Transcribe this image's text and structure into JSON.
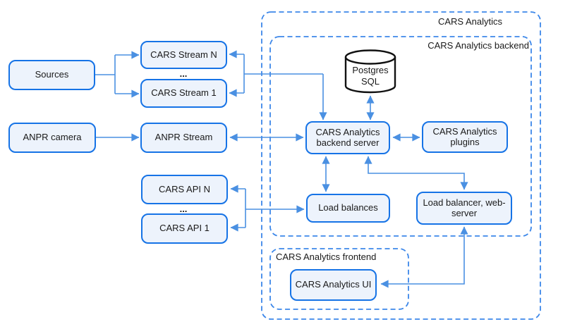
{
  "diagram": {
    "containers": {
      "cars_analytics": {
        "label": "CARS Analytics"
      },
      "backend": {
        "label": "CARS Analytics backend"
      },
      "frontend": {
        "label": "CARS Analytics frontend"
      }
    },
    "nodes": {
      "sources": {
        "label": "Sources"
      },
      "cars_stream_n": {
        "label": "CARS Stream N"
      },
      "stream_dots": {
        "label": "..."
      },
      "cars_stream_1": {
        "label": "CARS Stream 1"
      },
      "anpr_camera": {
        "label": "ANPR camera"
      },
      "anpr_stream": {
        "label": "ANPR Stream"
      },
      "postgres": {
        "label": "Postgres SQL"
      },
      "backend_server": {
        "label": "CARS Analytics backend server"
      },
      "plugins": {
        "label": "CARS Analytics plugins"
      },
      "cars_api_n": {
        "label": "CARS API N"
      },
      "api_dots": {
        "label": "..."
      },
      "cars_api_1": {
        "label": "CARS API 1"
      },
      "load_balances": {
        "label": "Load balances"
      },
      "load_balancer_web": {
        "label": "Load balancer, web-server"
      },
      "ui": {
        "label": "CARS Analytics UI"
      }
    },
    "colors": {
      "node_border": "#1673E6",
      "node_fill": "#EDF3FC",
      "container_border": "#3C87E9",
      "connector": "#4A90E2",
      "cylinder_stroke": "#111111",
      "text": "#1A1A1A",
      "background": "#FFFFFF"
    }
  }
}
